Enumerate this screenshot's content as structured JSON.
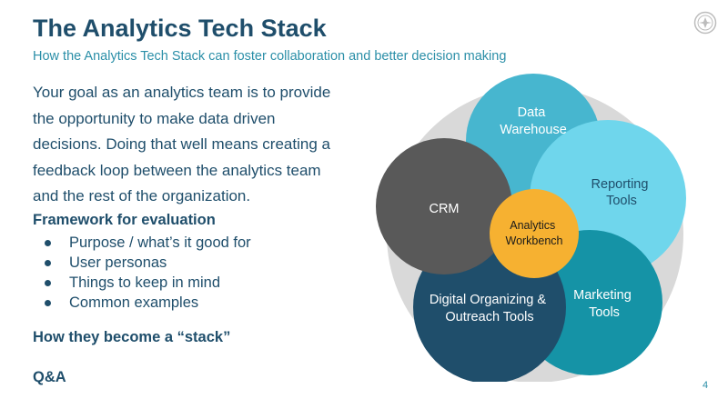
{
  "slide": {
    "title": "The Analytics Tech Stack",
    "subtitle": "How the Analytics Tech Stack can foster collaboration and better decision making",
    "intro": "Your goal as an analytics team is to provide the opportunity to make data driven decisions. Doing that well means creating a feedback loop between the analytics team and the rest of the organization.",
    "framework_heading": "Framework for evaluation",
    "bullets": [
      "Purpose / what’s it good for",
      "User personas",
      "Things to keep in mind",
      "Common examples"
    ],
    "stack_heading": "How they become a “stack”",
    "qa_heading": "Q&A",
    "page_number": "4",
    "logo_icon": "circular-seal-icon"
  },
  "diagram": {
    "circles": [
      {
        "id": "data-warehouse",
        "lines": [
          "Data",
          "Warehouse"
        ],
        "color": "#47b6cf",
        "text_color": "#ffffff"
      },
      {
        "id": "reporting-tools",
        "lines": [
          "Reporting",
          "Tools"
        ],
        "color": "#6fd6ec",
        "text_color": "#1f4e6b"
      },
      {
        "id": "marketing-tools",
        "lines": [
          "Marketing",
          "Tools"
        ],
        "color": "#1593a6",
        "text_color": "#ffffff"
      },
      {
        "id": "digital-organizing",
        "lines": [
          "Digital Organizing &",
          "Outreach Tools"
        ],
        "color": "#1f4e6b",
        "text_color": "#ffffff"
      },
      {
        "id": "crm",
        "lines": [
          "CRM"
        ],
        "color": "#595959",
        "text_color": "#ffffff"
      }
    ],
    "center": {
      "lines": [
        "Analytics",
        "Workbench"
      ],
      "color": "#f6b131",
      "text_color": "#1a1a1a"
    },
    "background_color": "#d9d9d9"
  }
}
